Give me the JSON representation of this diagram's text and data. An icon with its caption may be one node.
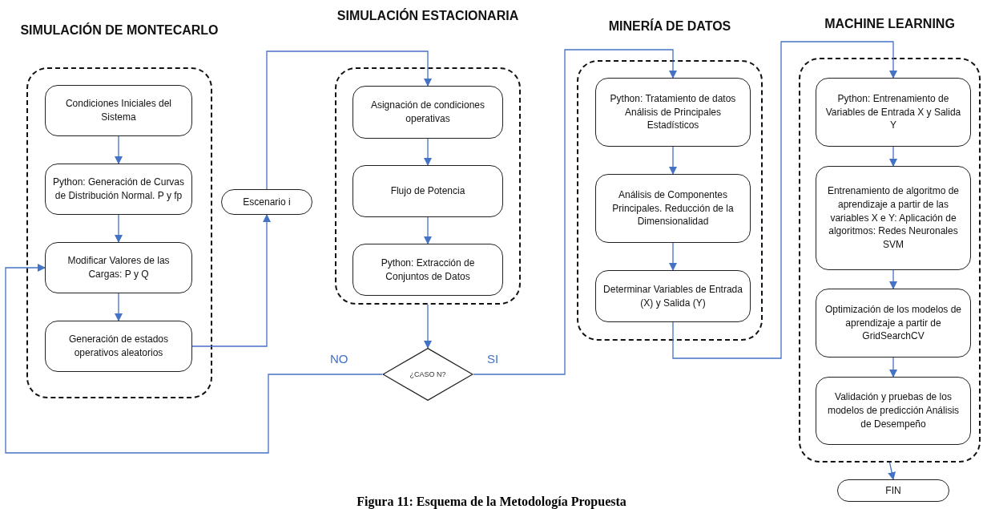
{
  "diagram": {
    "caption": "Figura 11: Esquema de la Metodología Propuesta",
    "nodes": [
      {
        "text": [
          "SIMULACIÓN DE MONTECARLO"
        ]
      },
      {
        "text": [
          "Condiciones Iniciales del Sistema"
        ],
        "in": 0
      },
      {
        "text": [
          "Python: Generación de Curvas de Distribución Normal. P y fp"
        ],
        "in": 0
      },
      {
        "text": [
          "Modificar Valores de las Cargas: P y Q"
        ],
        "in": 0
      },
      {
        "text": [
          "Generación de estados operativos aleatorios"
        ],
        "in": 0
      },
      {
        "text": [
          "Escenario i"
        ]
      },
      {
        "text": [
          "SIMULACIÓN ESTACIONARIA"
        ]
      },
      {
        "text": [
          "Asignación de condiciones operativas"
        ],
        "in": 6
      },
      {
        "text": [
          "Flujo de Potencia"
        ],
        "in": 6
      },
      {
        "text": [
          "Python: Extracción de Conjuntos de Datos"
        ],
        "in": 6
      },
      {
        "text": [
          "¿CASO N?"
        ]
      },
      {
        "text": [
          "MINERÍA DE DATOS"
        ]
      },
      {
        "text": [
          "Python: Tratamiento de datos Análisis de Principales Estadísticos"
        ],
        "in": 11
      },
      {
        "text": [
          "Análisis de Componentes Principales. Reducción de la Dimensionalidad"
        ],
        "in": 11
      },
      {
        "text": [
          "Determinar Variables de Entrada (X) y Salida (Y)"
        ],
        "in": 11
      },
      {
        "text": [
          "MACHINE LEARNING"
        ]
      },
      {
        "text": [
          "Python: Entrenamiento de Variables de Entrada X y Salida Y"
        ],
        "in": 15
      },
      {
        "text": [
          "Entrenamiento de algoritmo de aprendizaje a partir de las variables X e Y: Aplicación de algoritmos: Redes Neuronales SVM"
        ],
        "in": 15
      },
      {
        "text": [
          "Optimización de los modelos de aprendizaje a partir de GridSearchCV"
        ],
        "in": 15
      },
      {
        "text": [
          "Validación y pruebas de los modelos de predicción Análisis de Desempeño"
        ],
        "in": 15
      },
      {
        "text": [
          "FIN"
        ]
      }
    ],
    "edges": [
      {
        "from": 1,
        "to": 2,
        "arrow": "to"
      },
      {
        "from": 2,
        "to": 3,
        "arrow": "to"
      },
      {
        "from": 3,
        "to": 4,
        "arrow": "to"
      },
      {
        "from": 4,
        "to": 5,
        "arrow": "to"
      },
      {
        "from": 5,
        "to": 7,
        "arrow": "to"
      },
      {
        "from": 7,
        "to": 8,
        "arrow": "to"
      },
      {
        "from": 8,
        "to": 9,
        "arrow": "to"
      },
      {
        "from": 6,
        "to": 10,
        "arrow": "to"
      },
      {
        "from": 10,
        "to": 3,
        "arrow": "to",
        "label": "NO"
      },
      {
        "from": 10,
        "to": 12,
        "arrow": "to",
        "label": "SI"
      },
      {
        "from": 12,
        "to": 13,
        "arrow": "to"
      },
      {
        "from": 13,
        "to": 14,
        "arrow": "to"
      },
      {
        "from": 14,
        "to": 16,
        "arrow": "to"
      },
      {
        "from": 16,
        "to": 17,
        "arrow": "to"
      },
      {
        "from": 17,
        "to": 18,
        "arrow": "to"
      },
      {
        "from": 18,
        "to": 19,
        "arrow": "to"
      },
      {
        "from": 15,
        "to": 20,
        "arrow": "to"
      }
    ]
  }
}
